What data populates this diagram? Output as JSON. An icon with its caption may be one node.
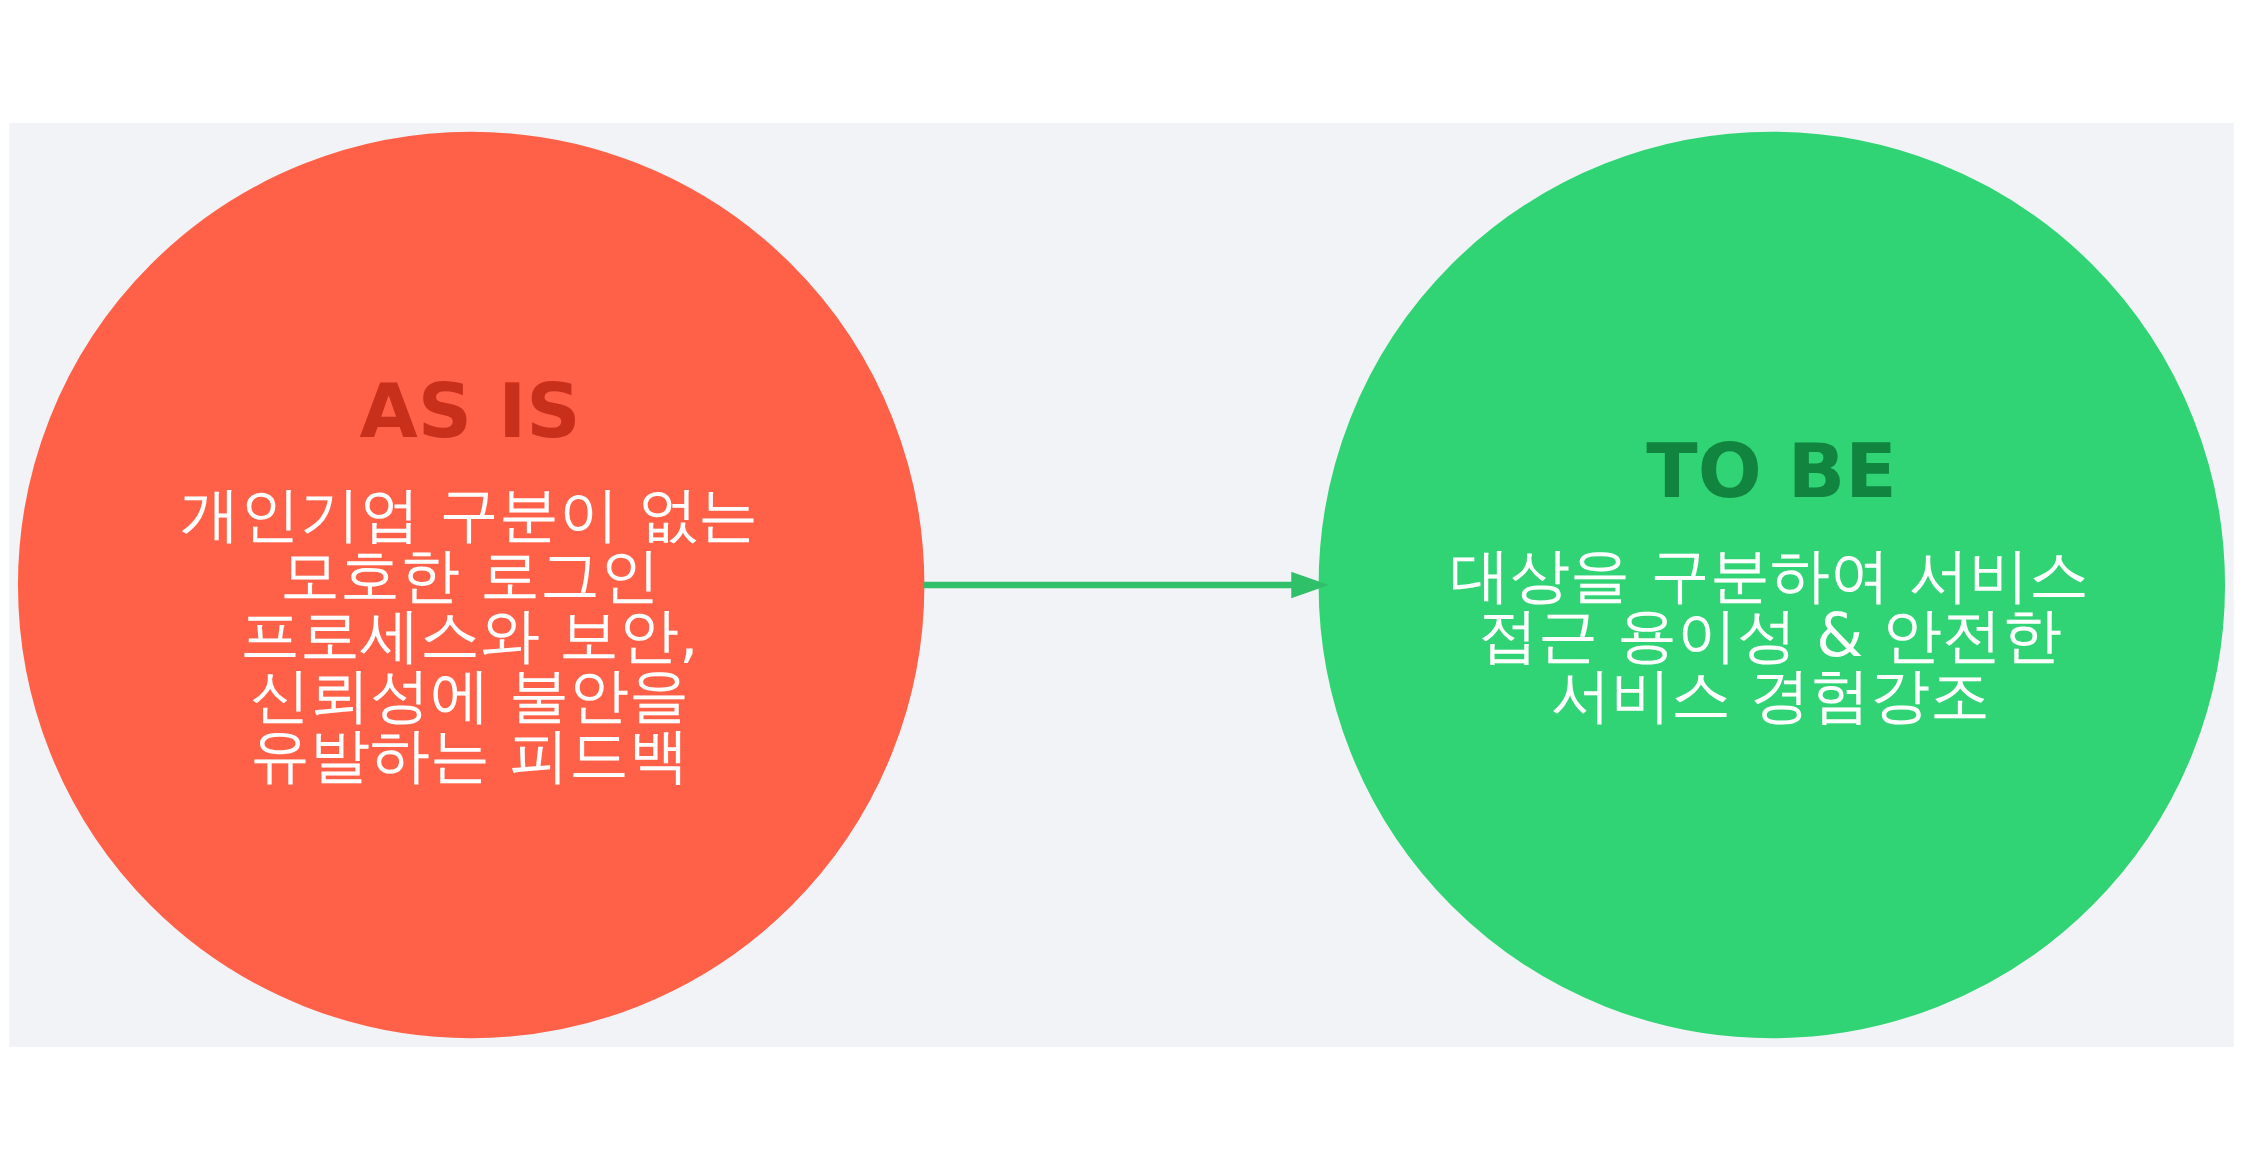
{
  "diagram": {
    "nodes": [
      {
        "text": [
          "AS IS",
          "개인기업 구분이 없는 모호한 로그인 프로세스와 보안, 신뢰성에 불안을 유발하는 피드백"
        ]
      },
      {
        "text": [
          "TO BE",
          "대상을 구분하여 서비스 접근 용이성 & 안전한 서비스 경험강조"
        ]
      }
    ],
    "edges": [
      {
        "from": 0,
        "to": 1,
        "arrow": "to"
      }
    ]
  }
}
